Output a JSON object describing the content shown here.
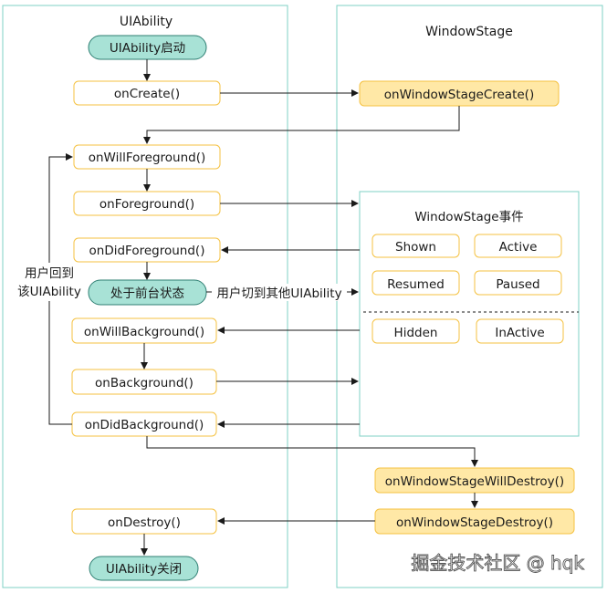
{
  "lanes": {
    "uiability": "UIAbility",
    "windowstage": "WindowStage",
    "events_box": "WindowStage事件"
  },
  "nodes": {
    "start": "UIAbility启动",
    "on_create": "onCreate()",
    "on_will_foreground": "onWillForeground()",
    "on_foreground": "onForeground()",
    "on_did_foreground": "onDidForeground()",
    "foreground_state": "处于前台状态",
    "on_will_background": "onWillBackground()",
    "on_background": "onBackground()",
    "on_did_background": "onDidBackground()",
    "on_destroy": "onDestroy()",
    "end": "UIAbility关闭",
    "ws_create": "onWindowStageCreate()",
    "ws_will_destroy": "onWindowStageWillDestroy()",
    "ws_destroy": "onWindowStageDestroy()"
  },
  "events": {
    "shown": "Shown",
    "active": "Active",
    "resumed": "Resumed",
    "paused": "Paused",
    "hidden": "Hidden",
    "inactive": "InActive"
  },
  "labels": {
    "switch_out": "用户切到其他UIAbility",
    "return_line1": "用户回到",
    "return_line2": "该UIAbility"
  },
  "watermark": "掘金技术社区 @ hqk",
  "colors": {
    "lane_border": "#7fd0c4",
    "node_border": "#f5c242",
    "state_fill": "#a8e2d6",
    "state_border": "#2f7f73",
    "ws_fill": "#ffe8a6",
    "ws_border": "#f5c242"
  }
}
